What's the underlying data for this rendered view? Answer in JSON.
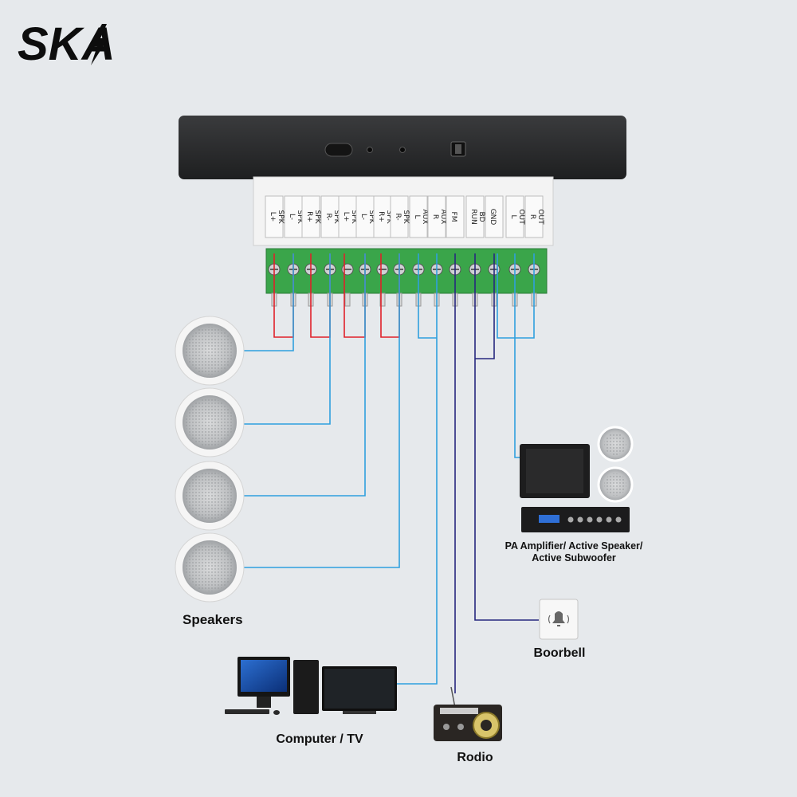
{
  "brand": {
    "logo_text": "SKA"
  },
  "terminals": [
    {
      "top": "L+",
      "bottom": "SPK"
    },
    {
      "top": "L-",
      "bottom": "SPK"
    },
    {
      "top": "R+",
      "bottom": "SPK"
    },
    {
      "top": "R-",
      "bottom": "SPK"
    },
    {
      "top": "L+",
      "bottom": "SPK"
    },
    {
      "top": "L-",
      "bottom": "SPK"
    },
    {
      "top": "R+",
      "bottom": "SPK"
    },
    {
      "top": "R-",
      "bottom": "SPK"
    },
    {
      "top": "L",
      "bottom": "AUX"
    },
    {
      "top": "R",
      "bottom": "AUX"
    },
    {
      "top": "FM",
      "bottom": ""
    },
    {
      "top": "RUN",
      "bottom": "BD"
    },
    {
      "top": "GND",
      "bottom": ""
    },
    {
      "top": "L",
      "bottom": "OUT"
    },
    {
      "top": "R",
      "bottom": "OUT"
    }
  ],
  "labels": {
    "speakers": "Speakers",
    "computer_tv": "Computer / TV",
    "radio": "Rodio",
    "doorbell": "Boorbell",
    "amplifier_line1": "PA Amplifier/ Active Speaker/",
    "amplifier_line2": "Active Subwoofer"
  },
  "colors": {
    "background": "#e6e9ec",
    "wire_red": "#e0202a",
    "wire_light_blue": "#2fa0de",
    "wire_navy": "#27287e",
    "terminal_green": "#3aa54a",
    "device_black": "#252627"
  }
}
